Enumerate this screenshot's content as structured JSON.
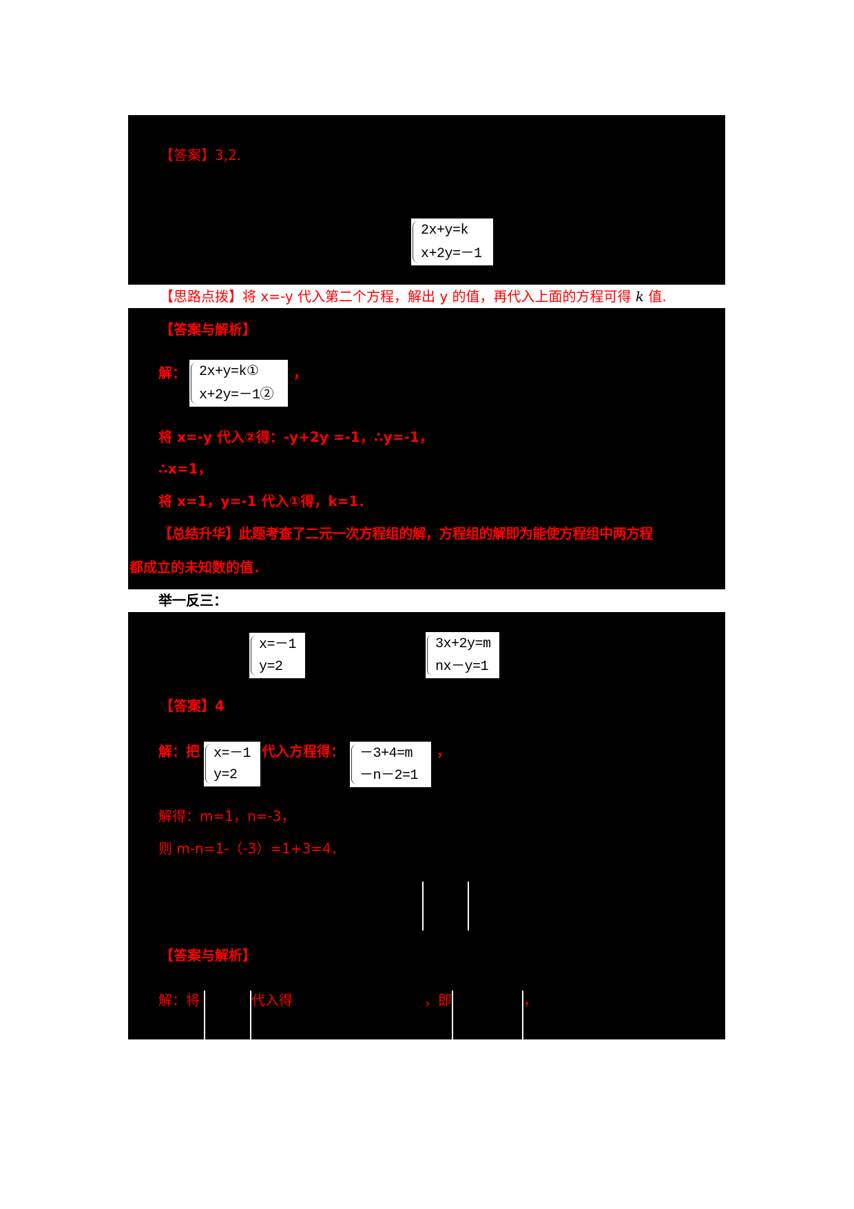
{
  "page": {
    "block1": {
      "answer": "【答案】3,2.",
      "system": [
        "2x+y=k",
        "x+2y=－1"
      ]
    },
    "hint": {
      "label": "【思路点拨】将 x=-y 代入第二个方程，解出 y 的值，再代入上面的方程可得",
      "var": "k",
      "tail": " 值."
    },
    "block2": {
      "heading": "【答案与解析】",
      "solve_prefix": "解：",
      "system": [
        "2x+y=k①",
        "x+2y=－1②"
      ],
      "comma": "，",
      "step1": "将 x=-y 代入②得：-y+2y =-1，∴y=-1，",
      "step2": "∴x=1，",
      "step3": "将 x=1，y=-1 代入①得，k=1．",
      "summary_line1": "【总结升华】此题考查了二元一次方程组的解，方程组的解即为能使方程组中两方程",
      "summary_line2": "都成立的未知数的值．"
    },
    "practice_title": "举一反三：",
    "block3": {
      "given_solution": [
        "x=－1",
        "y=2"
      ],
      "given_system": [
        "3x+2y=m",
        "nx－y=1"
      ],
      "answer": "【答案】4",
      "solve_prefix": "解：把",
      "substituted_solution": [
        "x=－1",
        "y=2"
      ],
      "substitute_text": "代入方程得：",
      "result_system": [
        "－3+4=m",
        "－n－2=1"
      ],
      "comma": "，",
      "solved": "解得：m=1，n=-3，",
      "final": "则 m-n=1-（-3）=1+3=4．",
      "heading2": "【答案与解析】",
      "last_prefix": "解：将",
      "last_mid": "代入得",
      "last_ji": "，即",
      "last_comma": "，"
    }
  }
}
